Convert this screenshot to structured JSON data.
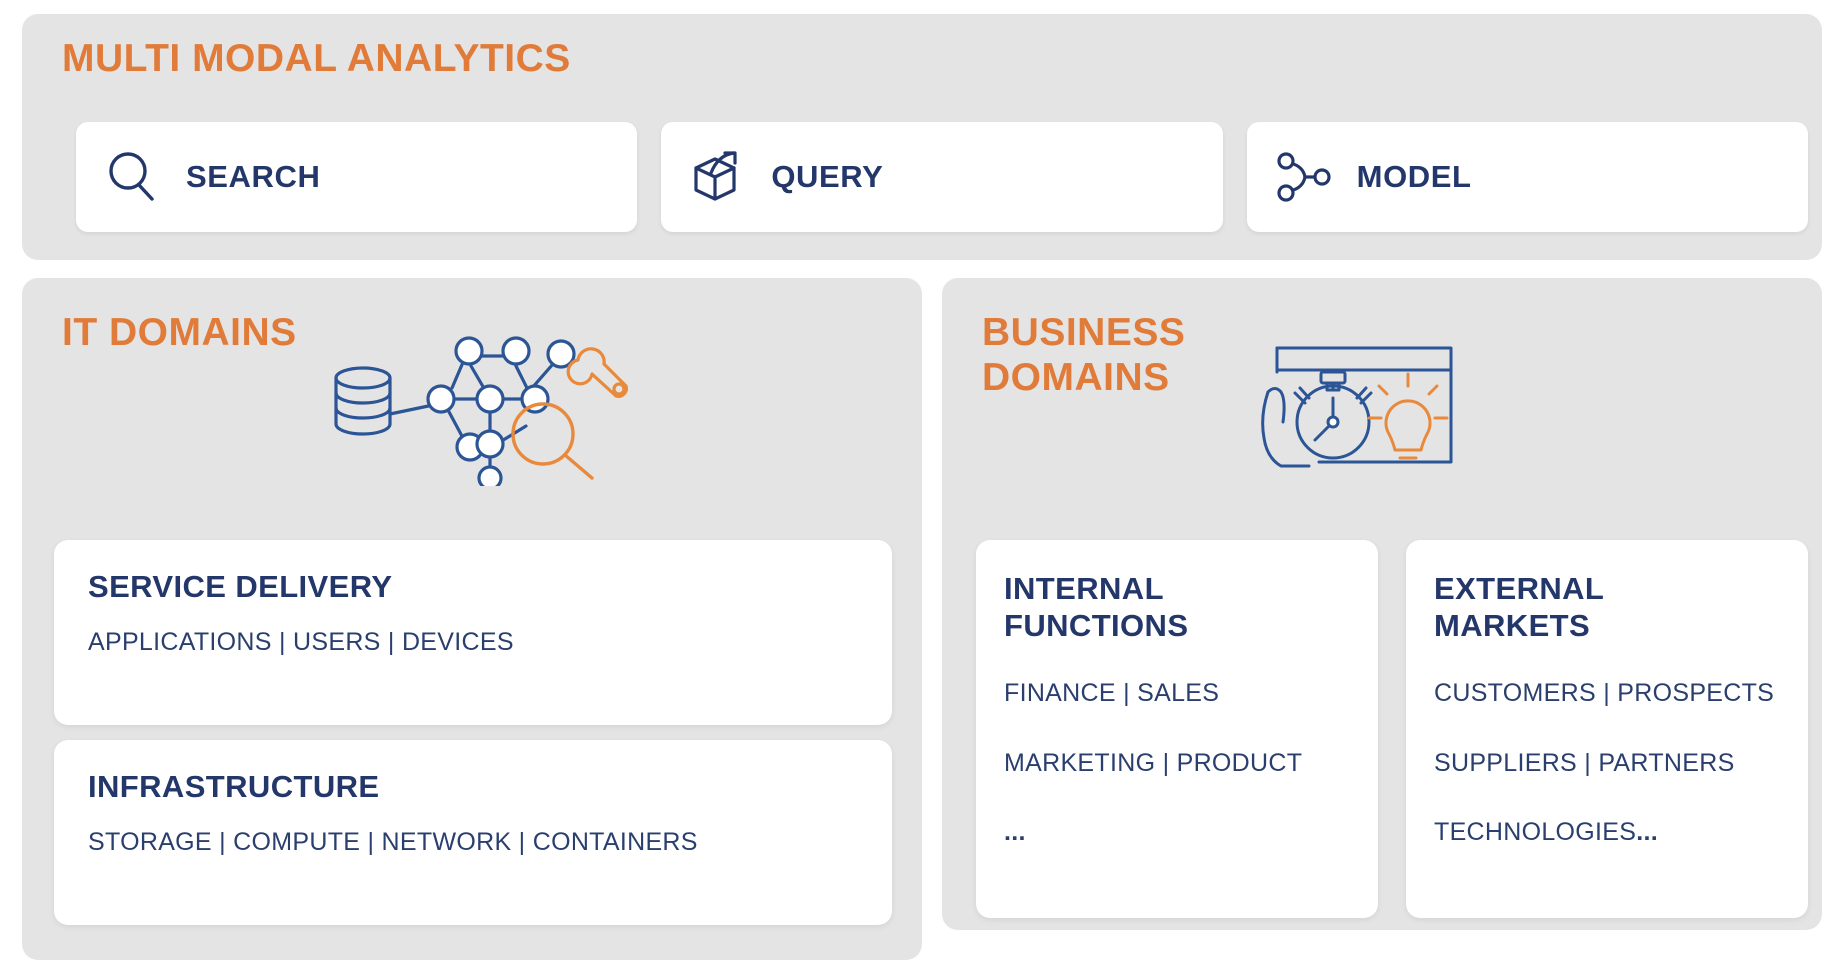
{
  "colors": {
    "orange": "#e07b39",
    "navy": "#23376b",
    "panel_bg": "#e4e4e4",
    "card_bg": "#ffffff",
    "page_bg": "#ffffff"
  },
  "top_panel": {
    "title": "MULTI MODAL ANALYTICS",
    "modes": [
      {
        "label": "SEARCH",
        "icon": "magnifier-icon"
      },
      {
        "label": "QUERY",
        "icon": "box-arrow-icon"
      },
      {
        "label": "MODEL",
        "icon": "node-graph-icon"
      }
    ]
  },
  "it_panel": {
    "title": "IT DOMAINS",
    "illustration": "database-network-wrench-magnifier-illustration",
    "cards": [
      {
        "title": "SERVICE DELIVERY",
        "lines": [
          {
            "text": "APPLICATIONS | USERS | DEVICES",
            "ellipsis": ""
          }
        ]
      },
      {
        "title": "INFRASTRUCTURE",
        "lines": [
          {
            "text": "STORAGE | COMPUTE | NETWORK | CONTAINERS",
            "ellipsis": ""
          }
        ]
      }
    ]
  },
  "business_panel": {
    "title": "BUSINESS DOMAINS",
    "title_line1": "BUSINESS",
    "title_line2": "DOMAINS",
    "illustration": "stopwatch-lightbulb-dashboard-illustration",
    "cards": [
      {
        "title_line1": "INTERNAL",
        "title_line2": "FUNCTIONS",
        "lines": [
          {
            "text": "FINANCE | SALES",
            "ellipsis": ""
          },
          {
            "text": "MARKETING | PRODUCT",
            "ellipsis": ""
          },
          {
            "text": "",
            "ellipsis": "..."
          }
        ]
      },
      {
        "title_line1": "EXTERNAL",
        "title_line2": "MARKETS",
        "lines": [
          {
            "text": "CUSTOMERS | PROSPECTS",
            "ellipsis": ""
          },
          {
            "text": "SUPPLIERS | PARTNERS",
            "ellipsis": ""
          },
          {
            "text": "TECHNOLOGIES",
            "ellipsis": "..."
          }
        ]
      }
    ]
  }
}
